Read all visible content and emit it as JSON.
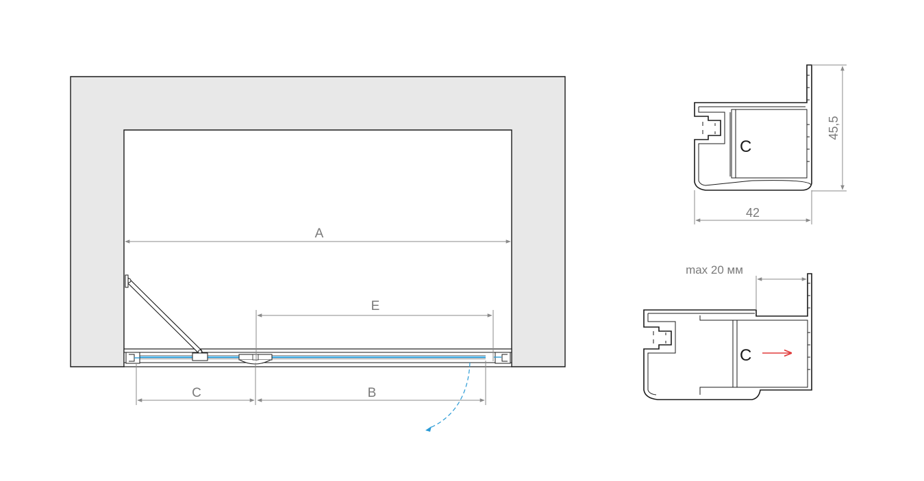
{
  "plan_view": {
    "label_a": "A",
    "label_b": "B",
    "label_c": "C",
    "label_e": "E"
  },
  "profile_top": {
    "height_label": "45,5",
    "width_label": "42"
  },
  "profile_bottom": {
    "adjust_label": "max 20 мм"
  },
  "colors": {
    "wall": "#e8e8e8",
    "glass": "#2b9bd6",
    "swing_arc": "#2b9bd6",
    "adjust_arrow": "#e03a3a",
    "dimension": "#8a8a8a",
    "outline": "#1a1a1a"
  }
}
